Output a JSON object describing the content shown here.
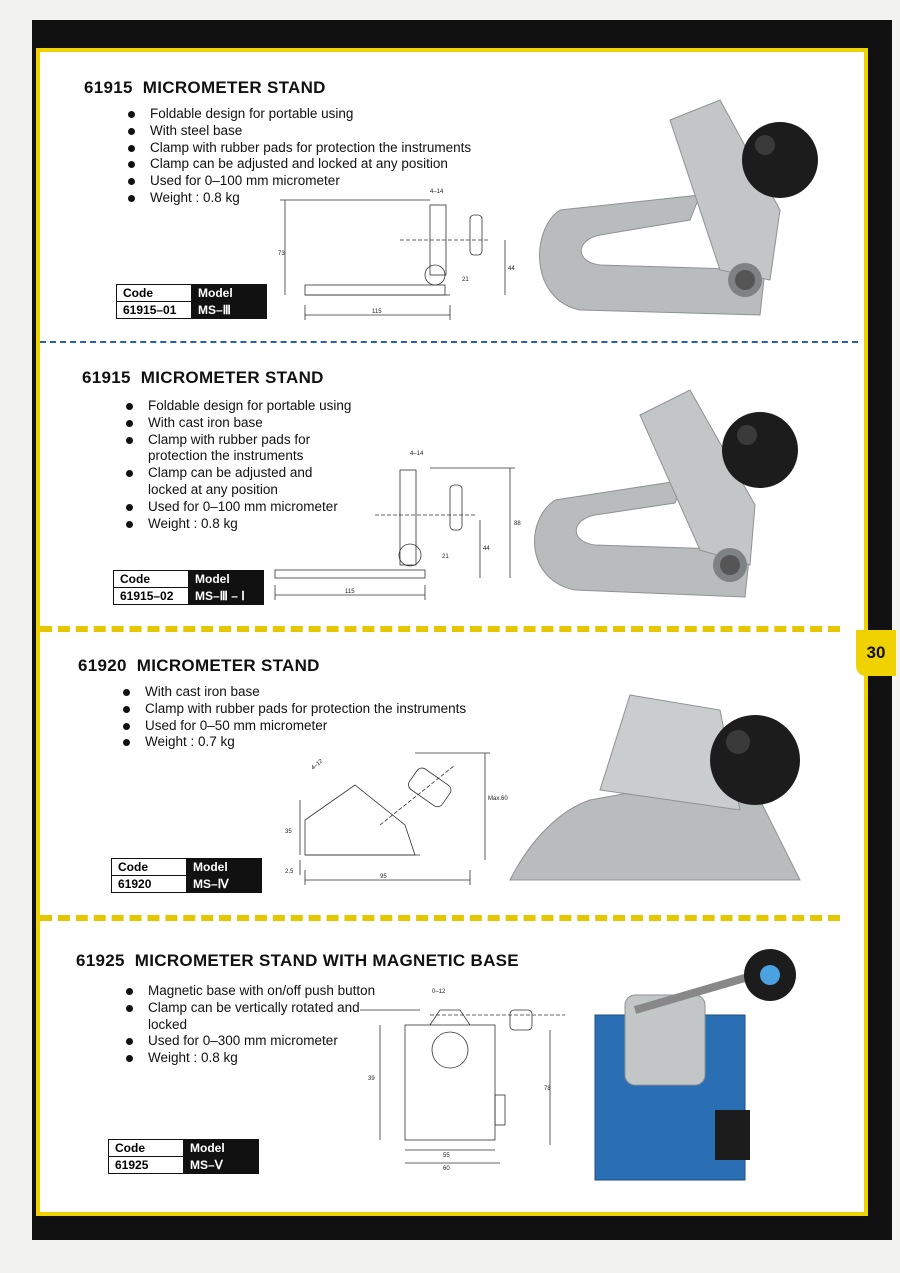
{
  "page_number": "30",
  "products": [
    {
      "number": "61915",
      "name": "MICROMETER STAND",
      "features": [
        "Foldable design for portable using",
        "With steel base",
        "Clamp with rubber pads for protection the instruments",
        "Clamp can be adjusted and locked at any position",
        "Used for 0–100 mm micrometer",
        "Weight : 0.8  kg"
      ],
      "table": {
        "code_header": "Code",
        "model_header": "Model",
        "code": "61915–01",
        "model": "MS–Ⅲ"
      },
      "dims": {
        "a": "4–14",
        "h": "73",
        "h2": "44",
        "w": "21",
        "len": "115"
      }
    },
    {
      "number": "61915",
      "name": "MICROMETER STAND",
      "features": [
        "Foldable design for portable using",
        "With cast iron base",
        "Clamp with rubber pads for protection the instruments",
        "Clamp can be adjusted and locked at any position",
        "Used for 0–100 mm micrometer",
        "Weight : 0.8  kg"
      ],
      "table": {
        "code_header": "Code",
        "model_header": "Model",
        "code": "61915–02",
        "model": "MS–Ⅲ – Ⅰ"
      },
      "dims": {
        "a": "4–14",
        "h": "88",
        "h2": "44",
        "w": "21",
        "len": "115"
      }
    },
    {
      "number": "61920",
      "name": "MICROMETER STAND",
      "features": [
        "With cast iron base",
        "Clamp with rubber pads for protection the instruments",
        "Used for 0–50 mm micrometer",
        "Weight :  0.7 kg"
      ],
      "table": {
        "code_header": "Code",
        "model_header": "Model",
        "code": "61920",
        "model": "MS–Ⅳ"
      },
      "dims": {
        "a": "4–12",
        "h": "Max.60",
        "h2": "35",
        "base": "2.5",
        "len": "95"
      }
    },
    {
      "number": "61925",
      "name": "MICROMETER STAND WITH MAGNETIC BASE",
      "features": [
        "Magnetic base with on/off push button",
        "Clamp can be vertically rotated and locked",
        "Used for 0–300 mm micrometer",
        "Weight : 0.8  kg"
      ],
      "table": {
        "code_header": "Code",
        "model_header": "Model",
        "code": "61925",
        "model": "MS–Ⅴ"
      },
      "dims": {
        "a": "0–12",
        "h": "39",
        "h2": "78",
        "w1": "55",
        "w2": "60"
      }
    }
  ],
  "colors": {
    "accent": "#f0d200",
    "frame": "#111111",
    "blue_divider": "#2b5fa8",
    "stand_silver": "#b8bcbd",
    "knob": "#1c1c1c",
    "magnet_blue": "#2a6fb3"
  }
}
